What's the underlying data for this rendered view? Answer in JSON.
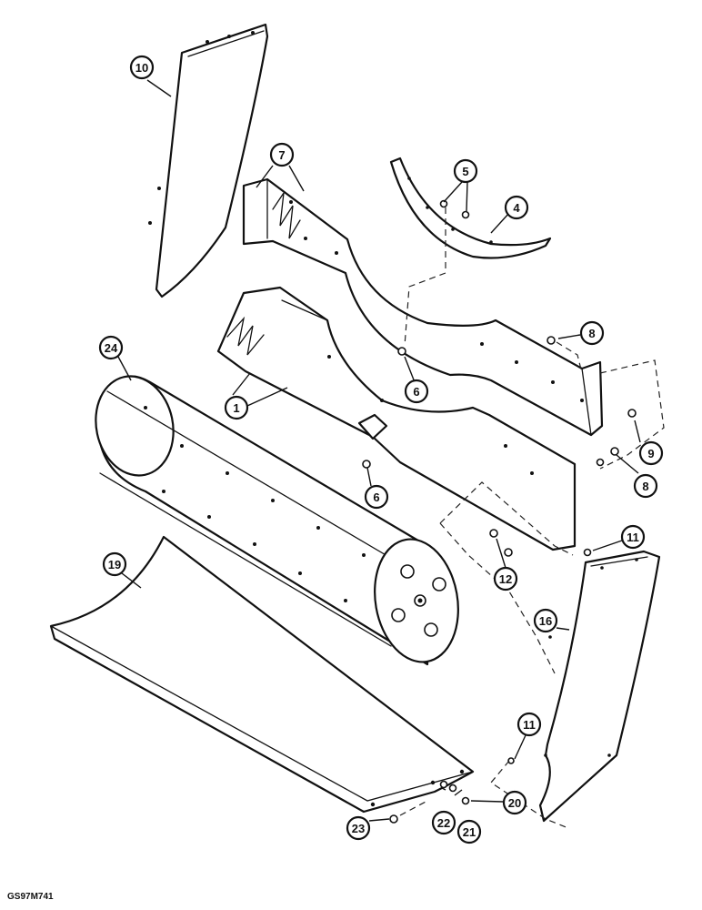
{
  "figure_code": "GS97M741",
  "callouts": [
    {
      "id": "c10",
      "label": "10"
    },
    {
      "id": "c7",
      "label": "7"
    },
    {
      "id": "c5",
      "label": "5"
    },
    {
      "id": "c4",
      "label": "4"
    },
    {
      "id": "c8a",
      "label": "8"
    },
    {
      "id": "c6a",
      "label": "6"
    },
    {
      "id": "c1",
      "label": "1"
    },
    {
      "id": "c24",
      "label": "24"
    },
    {
      "id": "c9",
      "label": "9"
    },
    {
      "id": "c8b",
      "label": "8"
    },
    {
      "id": "c6b",
      "label": "6"
    },
    {
      "id": "c11a",
      "label": "11"
    },
    {
      "id": "c12",
      "label": "12"
    },
    {
      "id": "c19",
      "label": "19"
    },
    {
      "id": "c16",
      "label": "16"
    },
    {
      "id": "c11b",
      "label": "11"
    },
    {
      "id": "c20",
      "label": "20"
    },
    {
      "id": "c21",
      "label": "21"
    },
    {
      "id": "c22",
      "label": "22"
    },
    {
      "id": "c23",
      "label": "23"
    }
  ]
}
